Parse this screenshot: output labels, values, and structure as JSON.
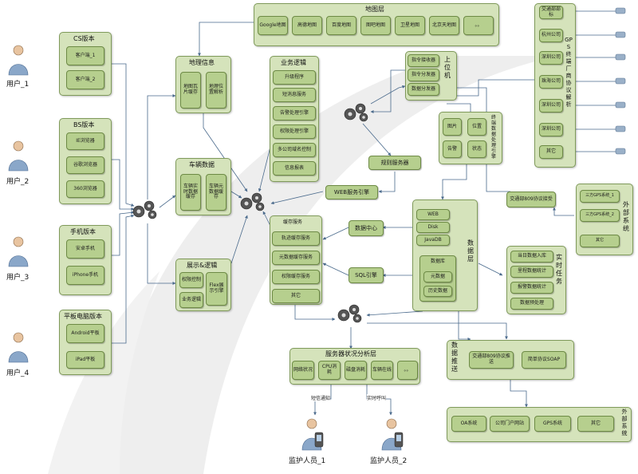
{
  "users": [
    "用户_1",
    "用户_2",
    "用户_3",
    "用户_4"
  ],
  "cs": {
    "title": "CS版本",
    "items": [
      "客户端_1",
      "客户端_2"
    ]
  },
  "bs": {
    "title": "BS版本",
    "items": [
      "IE浏览器",
      "谷歌浏览器",
      "360浏览器"
    ]
  },
  "mobile": {
    "title": "手机版本",
    "items": [
      "安卓手机",
      "iPhone手机"
    ]
  },
  "tablet": {
    "title": "平板电脑版本",
    "items": [
      "Android平板",
      "iPad平板"
    ]
  },
  "map_layer": {
    "title": "地图层",
    "items": [
      "Google地图",
      "高德地图",
      "百度地图",
      "图吧地图",
      "卫星地图",
      "北京天地图",
      "。。"
    ]
  },
  "geo": {
    "title": "地理信息",
    "items": [
      "地图瓦片缓存",
      "地理位置解析"
    ]
  },
  "vehicle": {
    "title": "车辆数据",
    "items": [
      "车辆实时数据缓存",
      "车辆元数据缓存"
    ]
  },
  "display": {
    "title": "展示&逻辑",
    "items": [
      "权限控制",
      "Flex展示引擎",
      "业务逻辑"
    ]
  },
  "business": {
    "title": "业务逻辑",
    "items": [
      "升级程序",
      "短消息服务",
      "告警处理引擎",
      "权限处理引擎",
      "多公司域名控制",
      "信息报表"
    ]
  },
  "upper": {
    "title": "上位机",
    "items": [
      "指令接收器",
      "指令分发器",
      "数据分发器"
    ]
  },
  "terminal": {
    "title": "终端数据处理引擎",
    "items": [
      "图片",
      "位置",
      "告警",
      "状态"
    ]
  },
  "rule_service": "规则服务器",
  "web_engine": "WEB服务引擎",
  "cache": {
    "title": "缓存服务",
    "items": [
      "轨迹缓存服务",
      "元数据缓存服务",
      "权限缓存服务",
      "其它"
    ]
  },
  "data_center": "数据中心",
  "sql_engine": "SQL引擎",
  "data_layer": {
    "title": "数据层",
    "items": [
      "WEB",
      "Disk",
      "JavaDB"
    ],
    "db_title": "数据库",
    "db_items": [
      "元数据",
      "历史数据"
    ]
  },
  "protocol": {
    "title": "GPS终端厂商协议解析",
    "items": [
      "交通部部标",
      "杭州公司",
      "深圳公司",
      "珠海公司",
      "深圳公司",
      "深圳公司",
      "其它"
    ]
  },
  "jt809_recv": "交通部809协议接受",
  "external_in": {
    "title": "外部系统",
    "items": [
      "三方GPS系统_1",
      "三方GPS系统_2",
      "其它"
    ]
  },
  "realtime": {
    "title": "实时任务",
    "items": [
      "当日数据入库",
      "里程数据统计",
      "报警数据统计",
      "数据预处理"
    ]
  },
  "push": {
    "title": "数据推送",
    "items": [
      "交通部809协议推送",
      "简单协议SOAP"
    ]
  },
  "external_out": {
    "title": "外部系统",
    "items": [
      "OA系统",
      "公司门户网站",
      "GPS系统",
      "其它"
    ]
  },
  "server": {
    "title": "服务器状况分析层",
    "items": [
      "网络状况",
      "CPU消耗",
      "磁盘消耗",
      "车辆在线",
      "。。"
    ]
  },
  "edges": {
    "sms": "短信通知",
    "call": "实时呼叫"
  },
  "monitors": [
    "监护人员_1",
    "监护人员_2"
  ],
  "colors": {
    "box_fill": "#b6cf8e",
    "group_fill": "#d5e3bb",
    "border": "#6d8a45",
    "line": "#4a6a8c"
  }
}
